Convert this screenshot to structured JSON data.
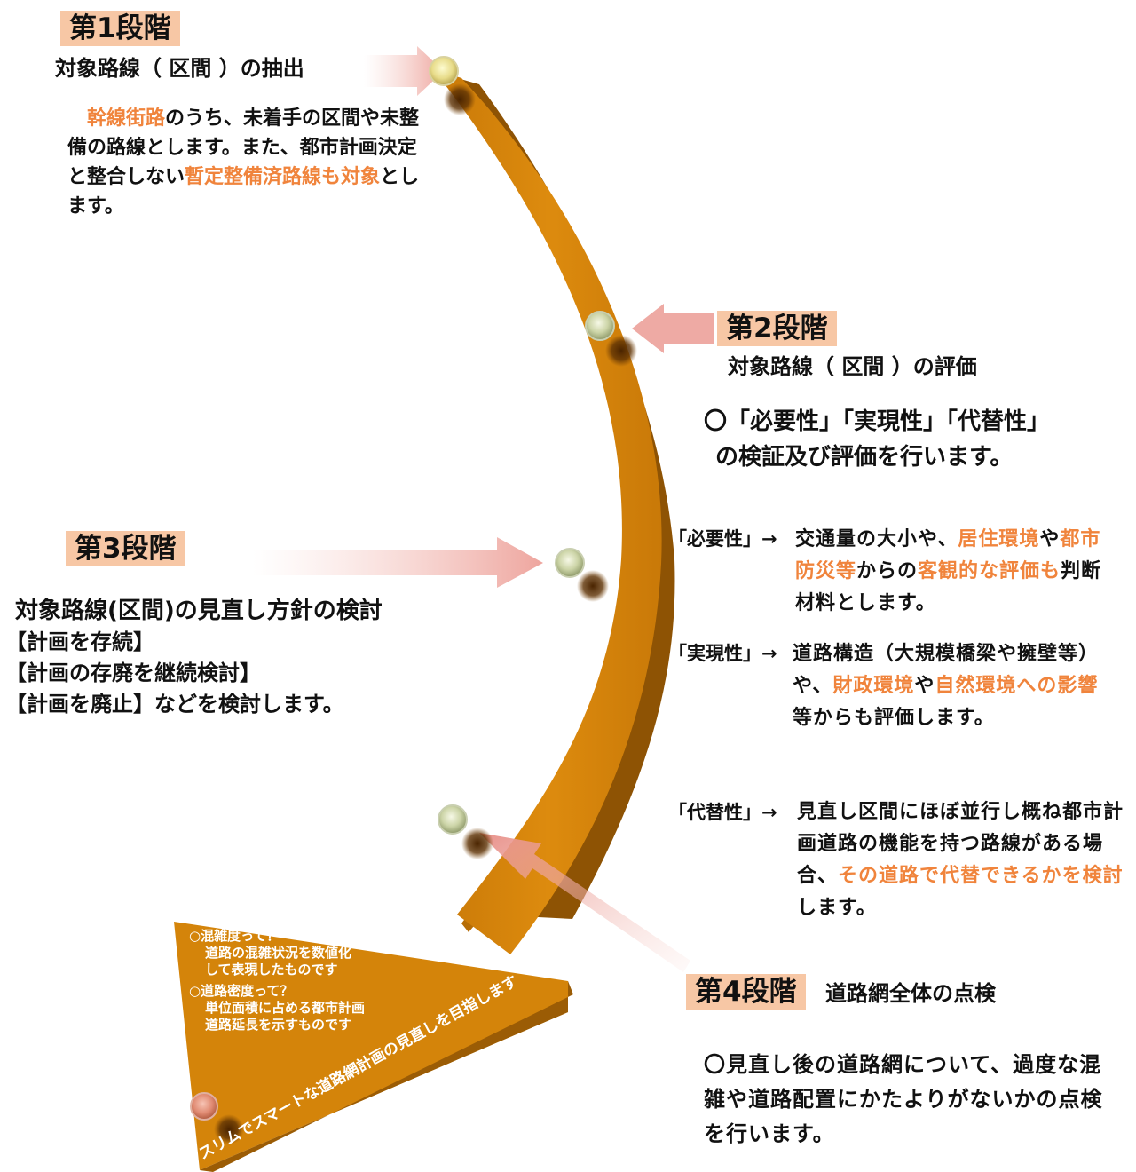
{
  "stage1": {
    "badge": "第1段階",
    "title": "対象路線（ 区間 ）の抽出",
    "desc": [
      {
        "t": "　"
      },
      {
        "t": "幹線街路",
        "hl": true
      },
      {
        "t": "のうち、未着手の区間や未整備の路線とします。また、都市計画決定と整合しない"
      },
      {
        "t": "暫定整備済路線も対象",
        "hl": true
      },
      {
        "t": "とします。"
      }
    ]
  },
  "stage2": {
    "badge": "第2段階",
    "title": "対象路線（ 区間 ）の評価",
    "line1": "〇「必要性」「実現性」「代替性」",
    "line2": "の検証及び評価を行います。"
  },
  "criteria": [
    {
      "label": "「必要性」→",
      "parts": [
        {
          "t": "交通量の大小や、"
        },
        {
          "t": "居住環境",
          "hl": true
        },
        {
          "t": "や"
        },
        {
          "t": "都市防災等",
          "hl": true
        },
        {
          "t": "からの"
        },
        {
          "t": "客観的な評価も",
          "hl": true
        },
        {
          "t": "判断材料とします。"
        }
      ]
    },
    {
      "label": "「実現性」→",
      "parts": [
        {
          "t": "道路構造（大規模橋梁や擁壁等）や、"
        },
        {
          "t": "財政環境",
          "hl": true
        },
        {
          "t": "や"
        },
        {
          "t": "自然環境への影響",
          "hl": true
        },
        {
          "t": "等からも評価します。"
        }
      ]
    },
    {
      "label": "「代替性」→",
      "parts": [
        {
          "t": "見直し区間にほぼ並行し概ね都市計画道路の機能を持つ路線がある場合、"
        },
        {
          "t": "その道路で代替できるかを検討",
          "hl": true
        },
        {
          "t": "します。"
        }
      ]
    }
  ],
  "stage3": {
    "badge": "第3段階",
    "title": "対象路線(区間)の見直し方針の検討",
    "items": [
      "【計画を存続】",
      "【計画の存廃を継続検討】",
      "【計画を廃止】などを検討します。"
    ]
  },
  "stage4": {
    "badge": "第4段階",
    "title": "道路網全体の点検",
    "desc": "〇見直し後の道路網について、過度な混雑や道路配置にかたよりがないかの点検を行います。"
  },
  "notes": {
    "q1": "○混雑度って？",
    "a1_1": "道路の混雑状況を数値化",
    "a1_2": "して表現したものです",
    "q2": "○道路密度って？",
    "a2_1": "単位面積に占める都市計画",
    "a2_2": "道路延長を示すものです"
  },
  "arrow_caption": "スリムでスマートな道路網計画の見直しを目指します",
  "colors": {
    "arrow": "#d4840a",
    "arrow_side": "#8e5304",
    "highlight": "#f0843c",
    "badge_bg": "#f7c7a5",
    "pointer": "#eeaaa4"
  }
}
